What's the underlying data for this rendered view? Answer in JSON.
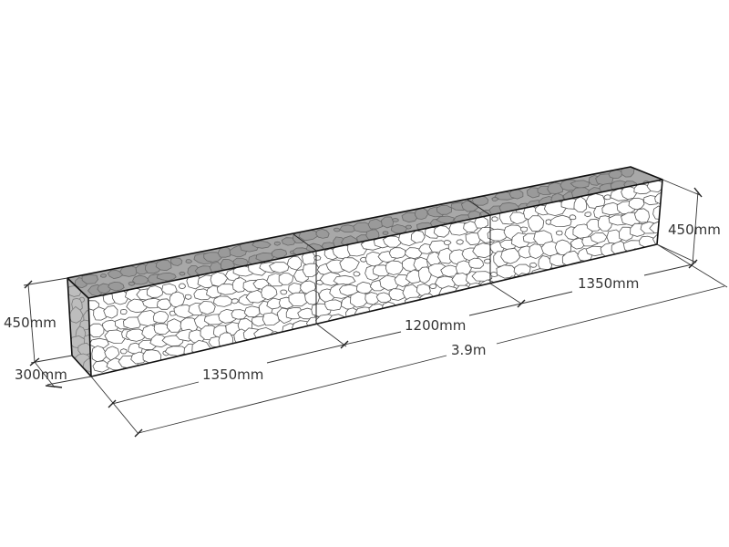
{
  "title": "Gabion wall dimensions",
  "dimensions": {
    "height_left": "450mm",
    "depth": "300mm",
    "length_segment_1": "1350mm",
    "length_segment_2": "1200mm",
    "length_segment_3": "1350mm",
    "height_right": "450mm",
    "total_length": "3.9m"
  },
  "colors": {
    "top_face": "#a8a8a8",
    "side_face": "#bdbdbd",
    "front_face": "#ffffff",
    "edge": "#111111",
    "stone_outline": "#555555",
    "dim_line": "#333333"
  }
}
